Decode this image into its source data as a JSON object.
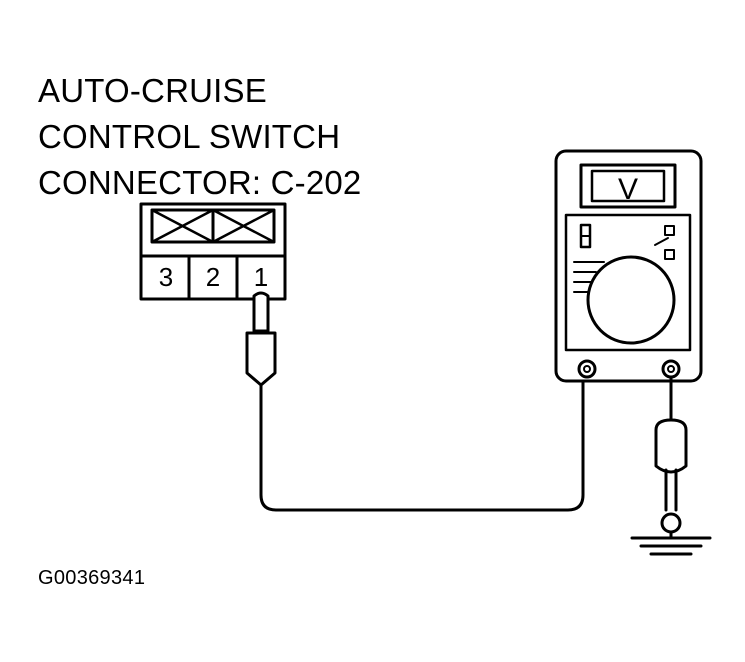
{
  "title_lines": [
    "AUTO-CRUISE",
    "CONTROL SWITCH",
    "CONNECTOR: C-202"
  ],
  "connector": {
    "pins": [
      "3",
      "2",
      "1"
    ],
    "probed_pin": "1"
  },
  "multimeter": {
    "display_symbol": "V"
  },
  "figure_id": "G00369341",
  "colors": {
    "line": "#000000",
    "background": "#ffffff"
  }
}
